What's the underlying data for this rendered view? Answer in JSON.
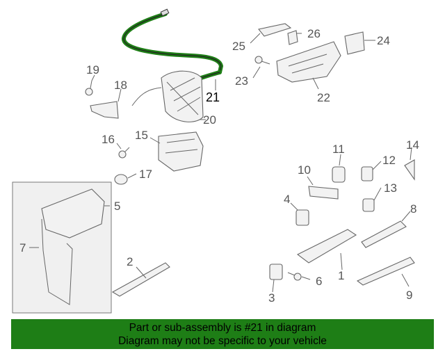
{
  "callouts": {
    "n1": "1",
    "n2": "2",
    "n3": "3",
    "n4": "4",
    "n5": "5",
    "n6": "6",
    "n7": "7",
    "n8": "8",
    "n9": "9",
    "n10": "10",
    "n11": "11",
    "n12": "12",
    "n13": "13",
    "n14": "14",
    "n15": "15",
    "n16": "16",
    "n17": "17",
    "n18": "18",
    "n19": "19",
    "n20": "20",
    "n21": "21",
    "n22": "22",
    "n23": "23",
    "n24": "24",
    "n25": "25",
    "n26": "26"
  },
  "highlight_color": "#1e7e16",
  "banner": {
    "line1": "Part or sub-assembly is #21 in diagram",
    "line2": "Diagram may not be specific to your vehicle"
  }
}
